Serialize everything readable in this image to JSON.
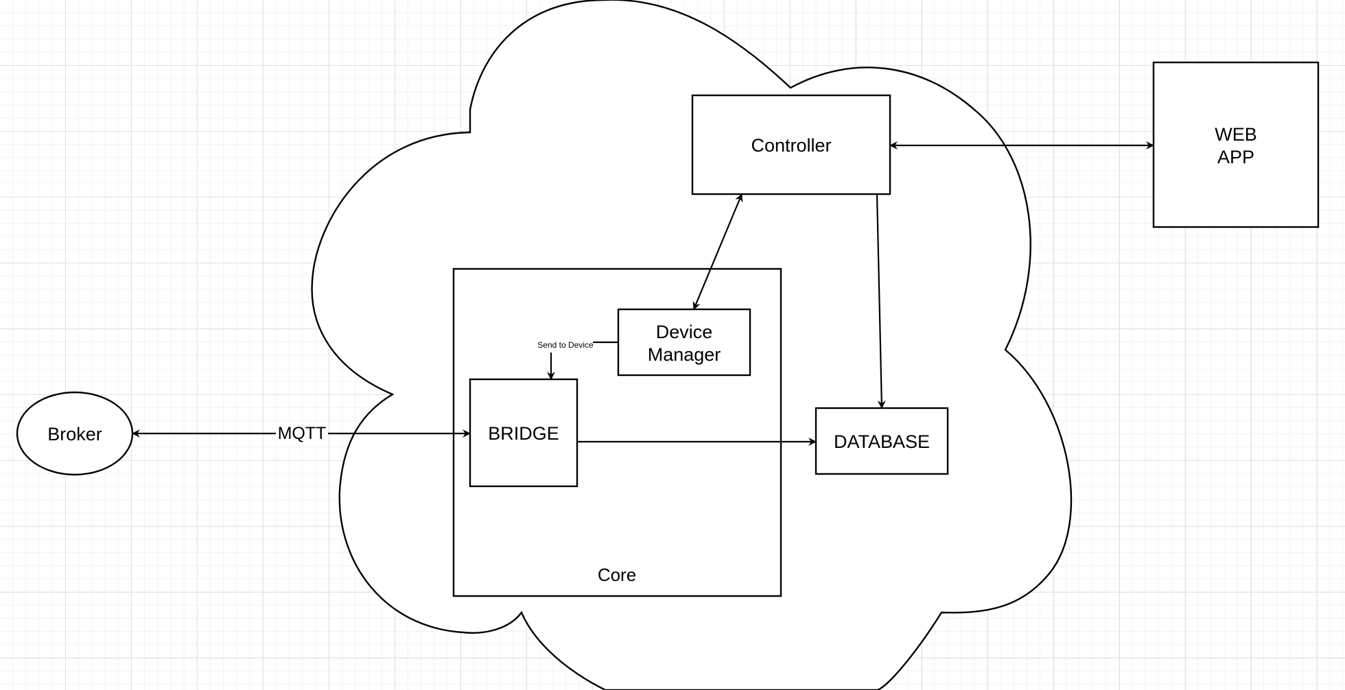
{
  "diagram": {
    "nodes": {
      "cloud": {
        "label": ""
      },
      "core": {
        "label": "Core"
      },
      "controller": {
        "label": "Controller"
      },
      "web_app": {
        "label_lines": [
          "WEB",
          "APP"
        ]
      },
      "device_manager": {
        "label_lines": [
          "Device",
          "Manager"
        ]
      },
      "bridge": {
        "label": "BRIDGE"
      },
      "database": {
        "label": "DATABASE"
      },
      "broker": {
        "label": "Broker"
      }
    },
    "edges": {
      "broker_bridge": {
        "label": "MQTT",
        "direction": "both"
      },
      "devicemanager_bridge": {
        "label": "Send to Device",
        "direction": "forward"
      },
      "controller_webapp": {
        "label": "",
        "direction": "both"
      },
      "controller_devicemanager": {
        "label": "",
        "direction": "both"
      },
      "controller_database": {
        "label": "",
        "direction": "forward"
      },
      "bridge_database": {
        "label": "",
        "direction": "forward"
      }
    }
  }
}
